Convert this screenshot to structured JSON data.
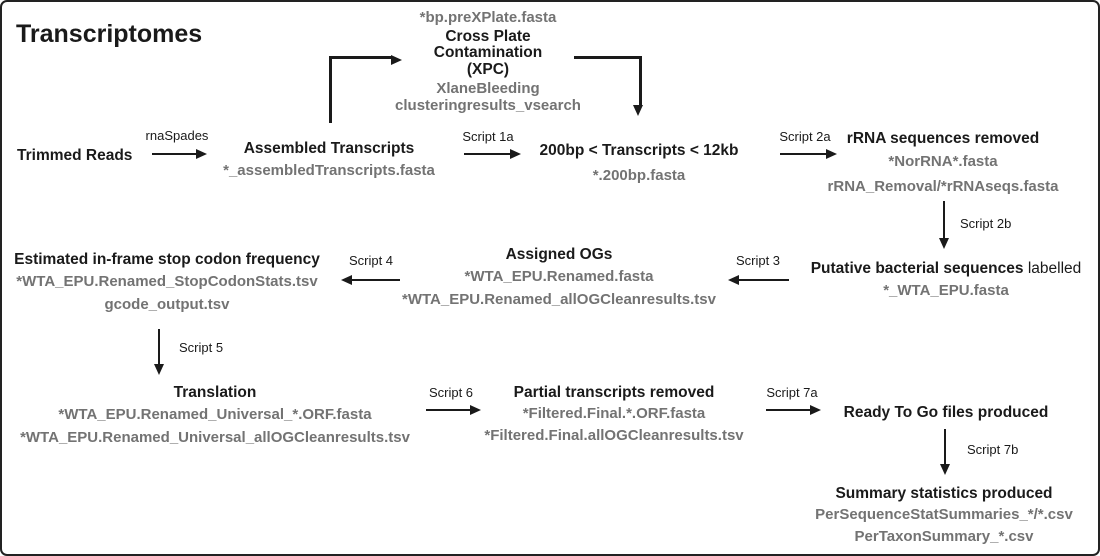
{
  "title": "Transcriptomes",
  "colors": {
    "text_black": "#1a1a1a",
    "file_gray": "#737373",
    "border": "#222222",
    "background": "#ffffff"
  },
  "nodes": {
    "trimmed_reads": {
      "title": "Trimmed Reads"
    },
    "xpc": {
      "file_above": "*bp.preXPlate.fasta",
      "title_line1": "Cross Plate",
      "title_line2": "Contamination",
      "title_line3": "(XPC)",
      "file1": "XlaneBleeding",
      "file2": "clusteringresults_vsearch"
    },
    "assembled_transcripts": {
      "title": "Assembled Transcripts",
      "file1": "*_assembledTranscripts.fasta"
    },
    "size_filter": {
      "title": "200bp < Transcripts < 12kb",
      "file1": "*.200bp.fasta"
    },
    "rrna_removed": {
      "title": "rRNA sequences removed",
      "file1": "*NorRNA*.fasta",
      "file2": "rRNA_Removal/*rRNAseqs.fasta"
    },
    "putative_bacterial": {
      "title_bold": "Putative bacterial sequences",
      "title_regular": "labelled",
      "file1": "*_WTA_EPU.fasta"
    },
    "assigned_ogs": {
      "title": "Assigned OGs",
      "file1": "*WTA_EPU.Renamed.fasta",
      "file2": "*WTA_EPU.Renamed_allOGCleanresults.tsv"
    },
    "stop_codon_freq": {
      "title": "Estimated in-frame stop codon frequency",
      "file1": "*WTA_EPU.Renamed_StopCodonStats.tsv",
      "file2": "gcode_output.tsv"
    },
    "translation": {
      "title": "Translation",
      "file1": "*WTA_EPU.Renamed_Universal_*.ORF.fasta",
      "file2": "*WTA_EPU.Renamed_Universal_allOGCleanresults.tsv"
    },
    "partial_removed": {
      "title": "Partial transcripts removed",
      "file1": "*Filtered.Final.*.ORF.fasta",
      "file2": "*Filtered.Final.allOGCleanresults.tsv"
    },
    "ready_to_go": {
      "title": "Ready To Go files produced"
    },
    "summary_stats": {
      "title": "Summary statistics produced",
      "file1": "PerSequenceStatSummaries_*/*.csv",
      "file2": "PerTaxonSummary_*.csv"
    }
  },
  "edges": {
    "rnaspades": "rnaSpades",
    "script_1a": "Script 1a",
    "script_2a": "Script 2a",
    "script_2b": "Script 2b",
    "script_3": "Script 3",
    "script_4": "Script 4",
    "script_5": "Script 5",
    "script_6": "Script 6",
    "script_7a": "Script 7a",
    "script_7b": "Script 7b"
  }
}
